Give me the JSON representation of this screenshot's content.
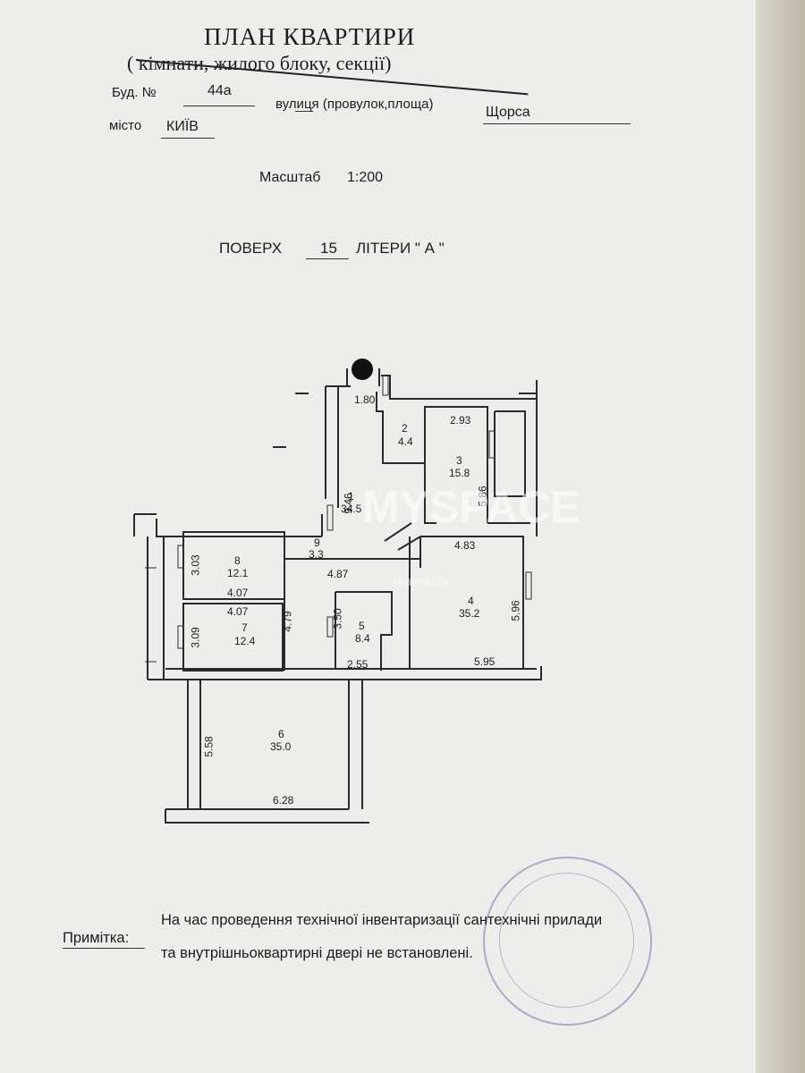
{
  "header": {
    "title": "ПЛАН   КВАРТИРИ",
    "subtitle": "( кімнати, жилого  блоку, секції)",
    "building_label": "Буд.  №",
    "building_number": "44а",
    "street_label": "вулиця (провулок,площа)",
    "street_value": "Щорса",
    "city_label": "місто",
    "city_value": "КИЇВ",
    "scale_label": "Масштаб",
    "scale_value": "1:200",
    "floor_label": "ПОВЕРХ",
    "floor_value": "15",
    "letter_label": "ЛІТЕРИ \" А \""
  },
  "rooms": [
    {
      "num": "1",
      "area": "34.5"
    },
    {
      "num": "2",
      "area": "4.4"
    },
    {
      "num": "3",
      "area": "15.8"
    },
    {
      "num": "4",
      "area": "35.2"
    },
    {
      "num": "5",
      "area": "8.4"
    },
    {
      "num": "6",
      "area": "35.0"
    },
    {
      "num": "7",
      "area": "12.4"
    },
    {
      "num": "8",
      "area": "12.1"
    },
    {
      "num": "9",
      "area": "3.3"
    }
  ],
  "dimensions": {
    "d1_80": "1.80",
    "d2_93": "2.93",
    "d9_46": "9.46",
    "d5_86": "5.86",
    "d4_83": "4.83",
    "d4_87": "4.87",
    "d3_03": "3.03",
    "d4_07a": "4.07",
    "d4_07b": "4.07",
    "d3_09": "3.09",
    "d4_79": "4.79",
    "d3_50": "3.50",
    "d2_55": "2.55",
    "d5_95": "5.95",
    "d5_96": "5.96",
    "d5_58": "5.58",
    "d6_28": "6.28"
  },
  "watermark": {
    "brand": "MYSPACE",
    "tagline": "realestate"
  },
  "note": {
    "label": "Примітка:",
    "line1": "На час проведення технічної інвентаризації сантехнічні прилади",
    "line2": "та внутрішньоквартирні двері не встановлені."
  },
  "colors": {
    "paper": "#ededeb",
    "ink": "#1c1c1c",
    "stamp": "#6e78aa"
  }
}
